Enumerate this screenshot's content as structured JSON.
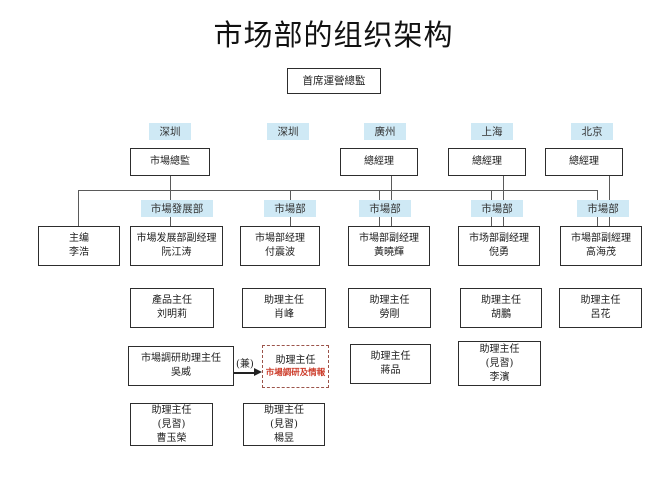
{
  "title": "市场部的组织架构",
  "root_box": "首席運營總監",
  "city_labels": [
    "深圳",
    "深圳",
    "廣州",
    "上海",
    "北京"
  ],
  "level2": [
    "市場總監",
    "總經理",
    "總經理",
    "總經理"
  ],
  "dept_labels": [
    "市場發展部",
    "市場部",
    "市場部",
    "市場部",
    "市場部"
  ],
  "level3": [
    {
      "line1": "主编",
      "line2": "李浩"
    },
    {
      "line1": "市場发展部副经理",
      "line2": "阮江涛"
    },
    {
      "line1": "市場部经理",
      "line2": "付震波"
    },
    {
      "line1": "市場部副经理",
      "line2": "黃曉輝"
    },
    {
      "line1": "市场部副经理",
      "line2": "倪勇"
    },
    {
      "line1": "市場部副經理",
      "line2": "高海茂"
    }
  ],
  "level4": [
    {
      "line1": "產品主任",
      "line2": "刘明莉"
    },
    {
      "line1": "助理主任",
      "line2": "肖峰"
    },
    {
      "line1": "助理主任",
      "line2": "勞剛"
    },
    {
      "line1": "助理主任",
      "line2": "胡鵬"
    },
    {
      "line1": "助理主任",
      "line2": "呂花"
    }
  ],
  "concurrent_label": "(兼)",
  "level5": [
    {
      "line1": "市場調研助理主任",
      "line2": "吳威"
    },
    {
      "line1": "助理主任",
      "line2": "市場調研及情報"
    },
    {
      "line1": "助理主任",
      "line2": "蔣品"
    },
    {
      "line1": "助理主任",
      "line2": "(見習)",
      "line3": "李濱"
    }
  ],
  "level6": [
    {
      "line1": "助理主任",
      "line2": "(見習)",
      "line3": "曹玉榮"
    },
    {
      "line1": "助理主任",
      "line2": "(見習)",
      "line3": "楊昱"
    }
  ],
  "colors": {
    "label_bg": "#cfe9f5",
    "red_text": "#cc3a28",
    "dashed_border": "#9c544a",
    "connector": "#5a5a5a",
    "box_border": "#2d2d2d"
  }
}
